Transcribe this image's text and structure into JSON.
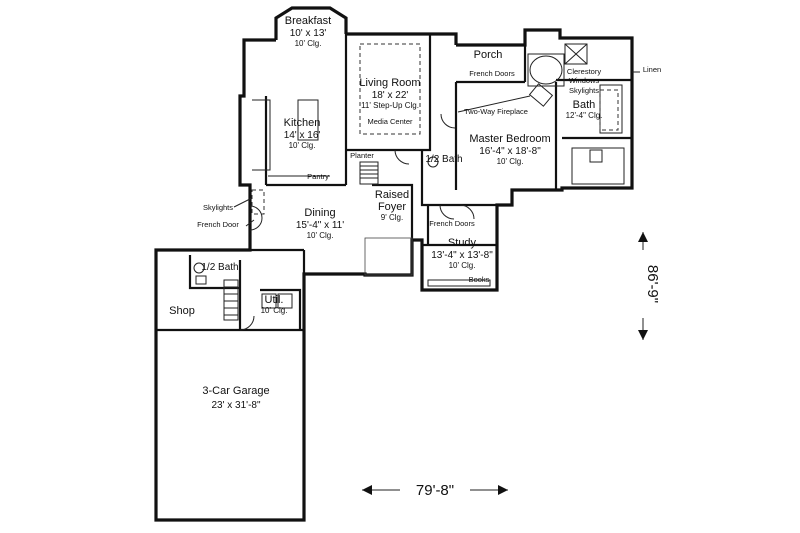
{
  "rooms": {
    "breakfast": {
      "name": "Breakfast",
      "size": "10' x 13'",
      "ceiling": "10' Clg."
    },
    "living": {
      "name": "Living Room",
      "size": "18' x 22'",
      "ceiling": "11' Step-Up Clg."
    },
    "kitchen": {
      "name": "Kitchen",
      "size": "14' x 16'",
      "ceiling": "10' Clg."
    },
    "master": {
      "name": "Master Bedroom",
      "size": "16'-4\" x 18'-8\"",
      "ceiling": "10' Clg."
    },
    "bath": {
      "name": "Bath",
      "ceiling": "12'-4\" Clg."
    },
    "dining": {
      "name": "Dining",
      "size": "15'-4\" x 11'",
      "ceiling": "10' Clg."
    },
    "foyer": {
      "name": "Raised",
      "name2": "Foyer",
      "ceiling": "9' Clg."
    },
    "study": {
      "name": "Study",
      "size": "13'-4\" x 13'-8\"",
      "ceiling": "10' Clg."
    },
    "garage": {
      "name": "3-Car Garage",
      "size": "23' x 31'-8\""
    },
    "util": {
      "name": "Util.",
      "ceiling": "10' Clg."
    },
    "shop": {
      "name": "Shop"
    }
  },
  "notes": {
    "porch": "Porch",
    "french_doors_porch": "French Doors",
    "two_way_fireplace": "Two-Way Fireplace",
    "media_center": "Media Center",
    "clerestory_1": "Clerestory",
    "clerestory_2": "Windows",
    "skylights_bath": "Skylights",
    "linen": "Linen",
    "planter": "Planter",
    "half_bath_1": "1/2 Bath",
    "half_bath_2": "1/2 Bath",
    "pantry": "Pantry",
    "skylights_left": "Skylights",
    "french_door_left": "French Door",
    "french_doors_study": "French Doors",
    "books": "Books"
  },
  "dimensions": {
    "width": "79'-8\"",
    "depth": "86'-9\""
  }
}
